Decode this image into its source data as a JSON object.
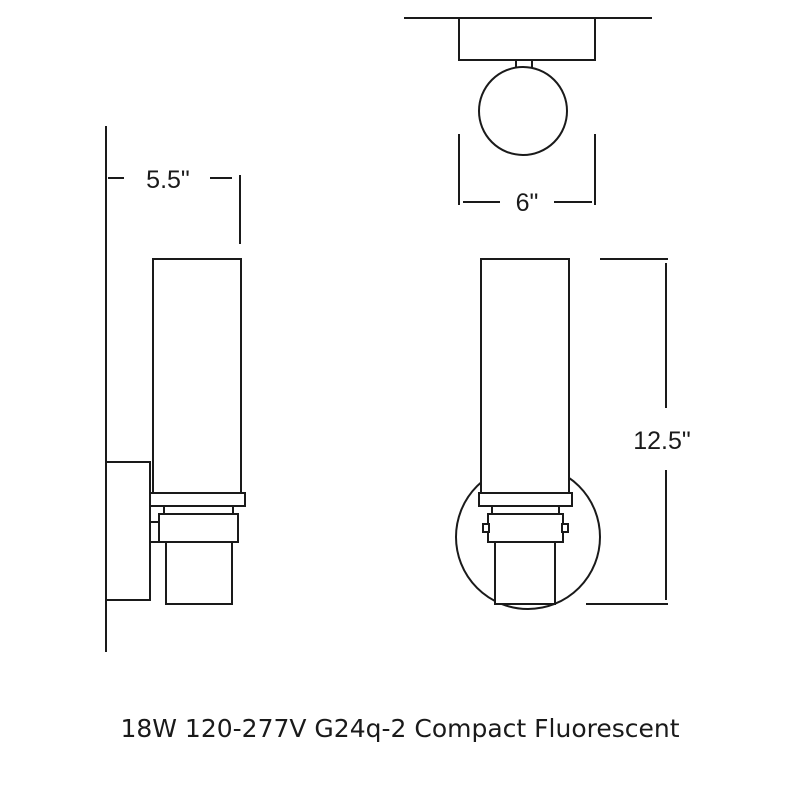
{
  "dimensions": {
    "depth": "5.5\"",
    "width": "6\"",
    "height": "12.5\""
  },
  "caption": "18W 120-277V G24q-2 Compact Fluorescent"
}
